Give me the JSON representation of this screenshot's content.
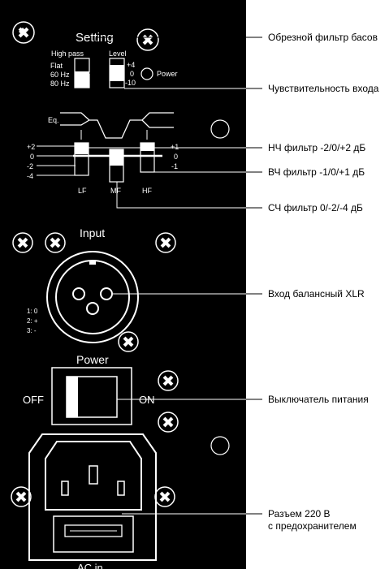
{
  "colors": {
    "panel": "#000000",
    "ink": "#ffffff",
    "label_ink": "#000000",
    "page": "#ffffff"
  },
  "setting": {
    "title": "Setting",
    "highpass": {
      "label": "High pass",
      "options": [
        "Flat",
        "60 Hz",
        "80 Hz"
      ]
    },
    "level": {
      "label": "Level",
      "options": [
        "+4",
        "0",
        "-10"
      ]
    },
    "power_led": "Power"
  },
  "eq": {
    "label": "Eq.",
    "scale_left": [
      "+2",
      "0",
      "-2",
      "-4"
    ],
    "scale_right": [
      "+1",
      "0",
      "-1"
    ],
    "bands": [
      "LF",
      "MF",
      "HF"
    ]
  },
  "input": {
    "title": "Input",
    "pins": [
      "1: 0",
      "2: +",
      "3: -"
    ]
  },
  "power": {
    "title": "Power",
    "off": "OFF",
    "on": "ON"
  },
  "ac_in": {
    "label": "AC in"
  },
  "callouts": {
    "highpass": "Обрезной фильтр басов",
    "sensitivity": "Чувствительность входа",
    "lf": "НЧ фильтр -2/0/+2 дБ",
    "hf": "ВЧ фильтр -1/0/+1 дБ",
    "mf": "СЧ фильтр 0/-2/-4 дБ",
    "xlr": "Вход балансный XLR",
    "switch": "Выключатель питания",
    "ac_line1": "Разъем 220 В",
    "ac_line2": "с предохранителем"
  },
  "icons": [
    "screw-icon",
    "led-icon",
    "xlr-connector-icon",
    "iec-socket-icon",
    "fuse-icon",
    "rocker-switch-icon"
  ]
}
